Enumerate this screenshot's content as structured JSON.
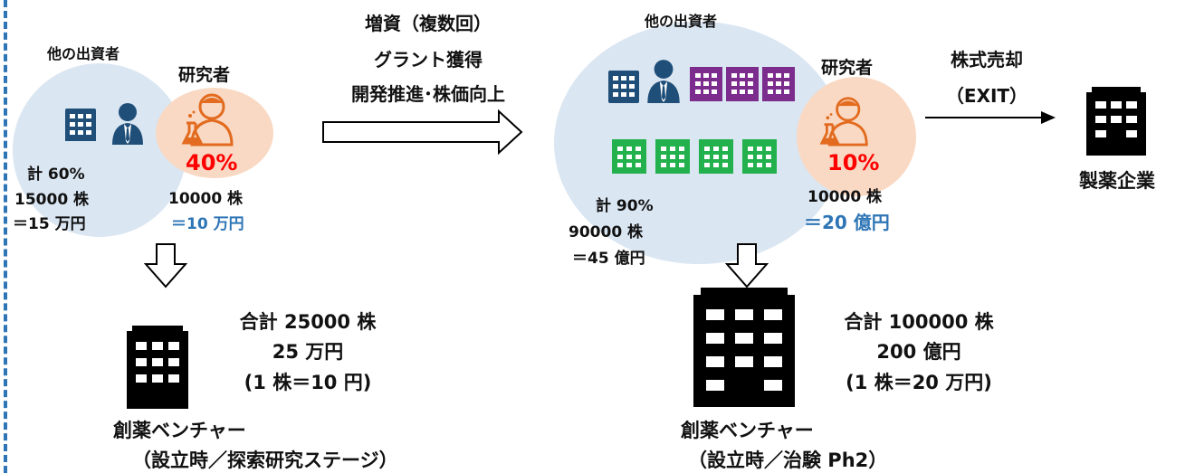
{
  "colors": {
    "investor_circle": "#dae6f2",
    "researcher_circle": "#f9d9c3",
    "dark_blue_icon": "#1f4e79",
    "researcher_orange": "#e26b1f",
    "purple_icon": "#7b2c8c",
    "green_icon": "#22b14c",
    "highlight_red": "#ff0000",
    "value_blue": "#2e75b6",
    "black": "#000000",
    "left_dashed_line": "#2e75b6"
  },
  "stage1": {
    "investors_label": "他の出資者",
    "researcher_label": "研究者",
    "researcher_pct": "40%",
    "researcher_shares": "10000 株",
    "researcher_value": "＝10 万円",
    "investors_total": "計 60%",
    "investors_shares": "15000 株",
    "investors_value": "＝15 万円",
    "company_total_shares": "合計 25000 株",
    "company_value": "25 万円",
    "company_price": "(1 株＝10 円)",
    "company_name": "創薬ベンチャー",
    "company_stage": "（設立時／探索研究ステージ）"
  },
  "transition": {
    "line1": "増資（複数回）",
    "line2": "グラント獲得",
    "line3": "開発推進･株価向上"
  },
  "stage2": {
    "investors_label": "他の出資者",
    "researcher_label": "研究者",
    "researcher_pct": "10%",
    "researcher_shares": "10000 株",
    "researcher_value": "＝20 億円",
    "investors_total": "計 90%",
    "investors_shares": "90000 株",
    "investors_value": "＝45 億円",
    "company_total_shares": "合計 100000 株",
    "company_value": "200 億円",
    "company_price": "(1 株＝20 万円)",
    "company_name": "創薬ベンチャー",
    "company_stage": "（設立時／治験 Ph2）"
  },
  "exit": {
    "line1": "株式売却",
    "line2": "（EXIT）",
    "buyer": "製薬企業"
  },
  "icons": {
    "building": "building-icon",
    "person": "businessman-icon",
    "scientist": "scientist-icon",
    "down_arrow": "down-arrow-icon",
    "right_arrow": "right-arrow-icon"
  }
}
